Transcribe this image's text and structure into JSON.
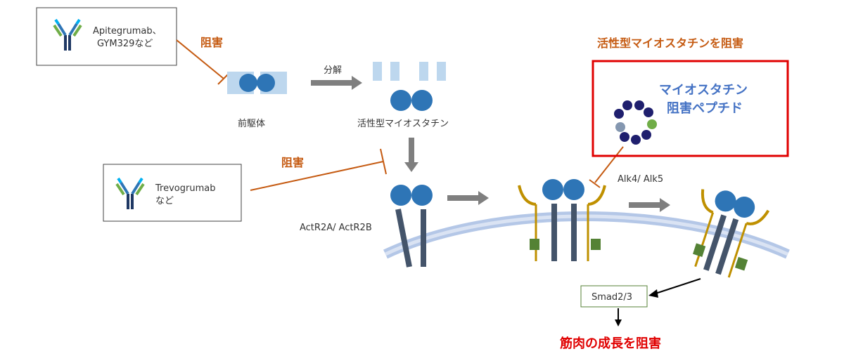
{
  "labels": {
    "drug1_line1": "Apitegrumab、",
    "drug1_line2": "GYM329など",
    "inhibit1": "阻害",
    "cleave": "分解",
    "precursor": "前駆体",
    "active_myostatin": "活性型マイオスタチン",
    "inhibit_active_title": "活性型マイオスタチンを阻害",
    "peptide_line1": "マイオスタチン",
    "peptide_line2": "阻害ペプチド",
    "drug2_line1": "Trevogrumab",
    "drug2_line2": "など",
    "inhibit2": "阻害",
    "receptor_type2": "ActR2A/ ActR2B",
    "receptor_type1": "Alk4/ Alk5",
    "smad": "Smad2/3",
    "outcome": "筋肉の成長を阻害"
  },
  "colors": {
    "orange_text": "#c55a11",
    "inhibit_line": "#c55a11",
    "red": "#e00000",
    "peptide_text": "#4472c4",
    "myostatin": "#2e75b6",
    "prodomain": "#bdd7ee",
    "receptor2": "#44546a",
    "receptor1": "#bf9000",
    "kinase": "#548235",
    "arrow_gray": "#7f7f7f"
  }
}
